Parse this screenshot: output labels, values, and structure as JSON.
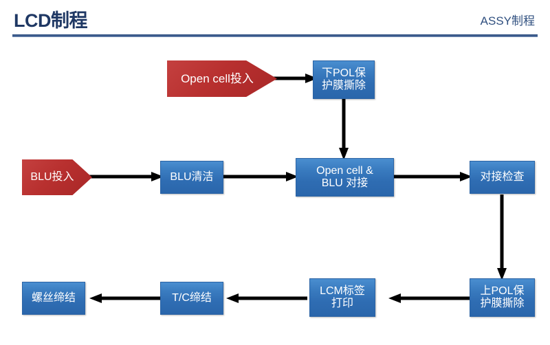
{
  "header": {
    "title": "LCD制程",
    "right_label": "ASSY制程"
  },
  "flow": {
    "nodes": [
      {
        "id": "open-cell-input",
        "label": "Open cell投入",
        "shape": "pentagon",
        "color": "#b8302f",
        "text_color": "#ffffff"
      },
      {
        "id": "lower-pol-peel",
        "label": "下POL保\n护膜撕除",
        "shape": "rect",
        "color": "#2f6db3",
        "text_color": "#ffffff"
      },
      {
        "id": "blu-input",
        "label": "BLU投入",
        "shape": "pentagon",
        "color": "#b8302f",
        "text_color": "#ffffff"
      },
      {
        "id": "blu-clean",
        "label": "BLU清洁",
        "shape": "rect",
        "color": "#2f6db3",
        "text_color": "#ffffff"
      },
      {
        "id": "open-cell-blu-dock",
        "label": "Open cell &\nBLU 对接",
        "shape": "rect",
        "color": "#2f6db3",
        "text_color": "#ffffff"
      },
      {
        "id": "dock-inspect",
        "label": "对接检查",
        "shape": "rect",
        "color": "#2f6db3",
        "text_color": "#ffffff"
      },
      {
        "id": "upper-pol-peel",
        "label": "上POL保\n护膜撕除",
        "shape": "rect",
        "color": "#2f6db3",
        "text_color": "#ffffff"
      },
      {
        "id": "lcm-label-print",
        "label": "LCM标签\n打印",
        "shape": "rect",
        "color": "#2f6db3",
        "text_color": "#ffffff"
      },
      {
        "id": "tc-fasten",
        "label": "T/C缔结",
        "shape": "rect",
        "color": "#2f6db3",
        "text_color": "#ffffff"
      },
      {
        "id": "screw-fasten",
        "label": "螺丝缔结",
        "shape": "rect",
        "color": "#2f6db3",
        "text_color": "#ffffff"
      }
    ],
    "connectors": [
      {
        "id": "open-cell-input-to-lower-pol-peel",
        "direction": "right"
      },
      {
        "id": "lower-pol-peel-to-open-cell-blu-dock",
        "direction": "down"
      },
      {
        "id": "blu-input-to-blu-clean",
        "direction": "right"
      },
      {
        "id": "blu-clean-to-open-cell-blu-dock",
        "direction": "right"
      },
      {
        "id": "open-cell-blu-dock-to-dock-inspect",
        "direction": "right"
      },
      {
        "id": "dock-inspect-to-upper-pol-peel",
        "direction": "down"
      },
      {
        "id": "upper-pol-peel-to-lcm-label-print",
        "direction": "left"
      },
      {
        "id": "lcm-label-print-to-tc-fasten",
        "direction": "left"
      },
      {
        "id": "tc-fasten-to-screw-fasten",
        "direction": "left"
      }
    ],
    "arrow_color": "#000000"
  }
}
